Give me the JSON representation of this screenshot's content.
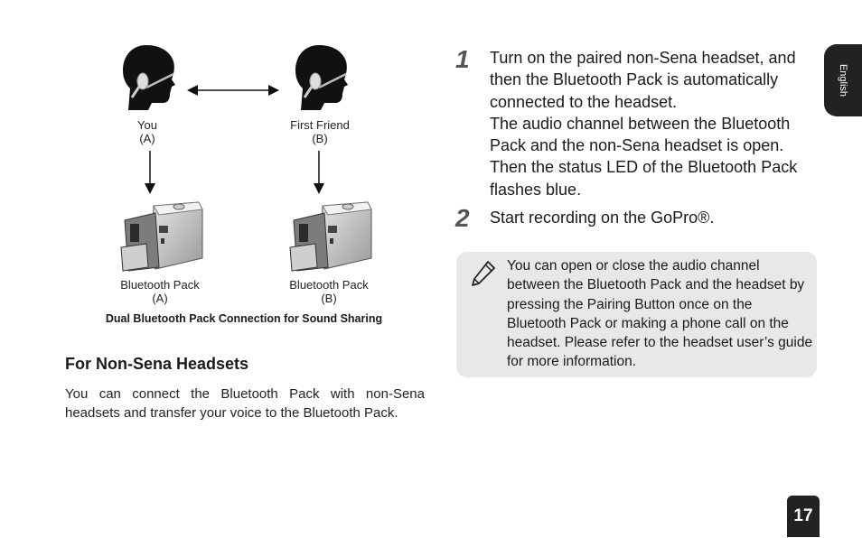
{
  "diagram": {
    "you_label": "You",
    "you_sub": "(A)",
    "friend_label": "First Friend",
    "friend_sub": "(B)",
    "pack_a_label": "Bluetooth Pack",
    "pack_a_sub": "(A)",
    "pack_b_label": "Bluetooth Pack",
    "pack_b_sub": "(B)",
    "caption": "Dual Bluetooth Pack Connection for Sound Sharing"
  },
  "section": {
    "heading": "For Non-Sena Headsets",
    "body": "You can connect the Bluetooth Pack with non-Sena headsets and transfer your voice to the Bluetooth Pack."
  },
  "steps": [
    {
      "num": "1",
      "lines": [
        "Turn on the paired non-Sena headset, and then the Bluetooth Pack is automatically connected to the headset.",
        "The audio channel between the Bluetooth Pack and the non-Sena headset is open.",
        "Then the status LED of the Bluetooth Pack flashes blue."
      ]
    },
    {
      "num": "2",
      "lines": [
        "Start recording on the GoPro®."
      ]
    }
  ],
  "note": {
    "icon": "pencil-icon",
    "text": "You can open or close the audio channel between the Bluetooth Pack and the headset by pressing the Pairing Button once on the Bluetooth Pack or making a phone call on the headset. Please refer to the headset user’s guide for more information."
  },
  "sidebar": {
    "language": "English"
  },
  "footer": {
    "page_number": "17"
  },
  "colors": {
    "tab_bg": "#222222",
    "note_bg": "#e8e8e8",
    "step_num": "#555555"
  }
}
